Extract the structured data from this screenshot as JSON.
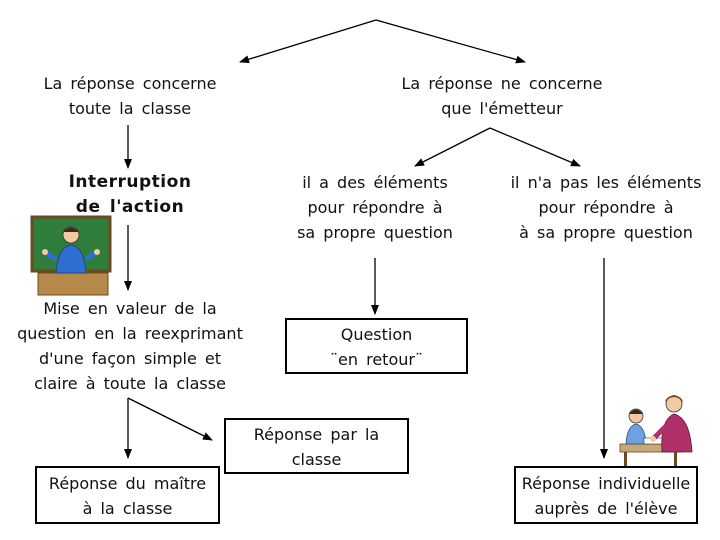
{
  "nodes": {
    "left_top": [
      "La réponse concerne",
      "toute la classe"
    ],
    "right_top": [
      "La réponse ne concerne",
      "que l'émetteur"
    ],
    "interruption": [
      "Interruption",
      "de l'action"
    ],
    "has_elements": [
      "il a des éléments",
      "pour répondre à",
      "sa propre question"
    ],
    "no_elements": [
      "il n'a pas les éléments",
      "pour répondre à",
      "à sa propre question"
    ],
    "mise_en_valeur": [
      "Mise en valeur de la",
      "question en la reexprimant",
      "d'une façon simple et",
      "claire à toute la classe"
    ],
    "question_retour": [
      "Question",
      "¨en retour¨"
    ],
    "reponse_classe": [
      "Réponse par la",
      "classe"
    ],
    "reponse_maitre": [
      "Réponse du maître",
      "à la classe"
    ],
    "reponse_individuelle": [
      "Réponse individuelle",
      "auprès de l'élève"
    ]
  },
  "colors": {
    "line": "#000000",
    "board_green": "#2e7d3a",
    "teacher_blue": "#2f6fd1",
    "desk_brown": "#b5894a"
  },
  "icons": [
    "teacher-at-board-illustration",
    "teacher-helping-student-illustration"
  ]
}
